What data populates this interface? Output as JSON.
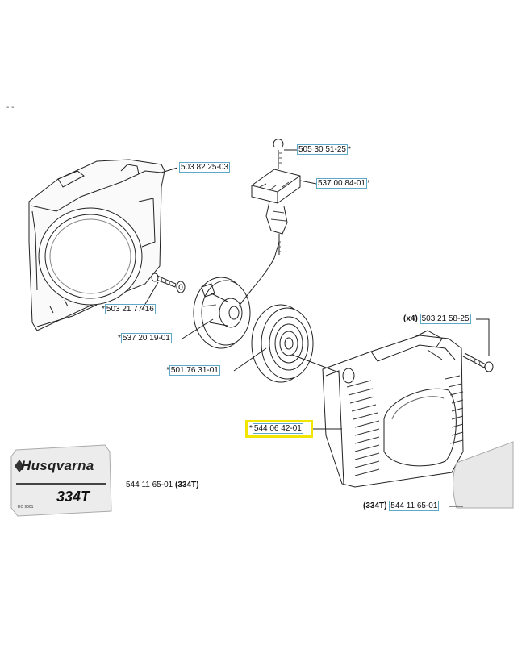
{
  "corner_mark": "- -",
  "callouts": {
    "p1": "503 82 25-03",
    "p2": "505 30 51-25",
    "p2_suffix": "*",
    "p3": "537 00 84-01",
    "p3_suffix": "*",
    "p4_prefix": "*",
    "p4": "503 21 77-16",
    "p5_prefix": "*",
    "p5": "537 20 19-01",
    "p6_prefix": "*",
    "p6": "501 76 31-01",
    "p7_qty": "(x4)",
    "p7": "503 21 58-25",
    "p8_prefix": "*",
    "p8": "544 06 42-01",
    "p9_number": "544 11 65-01",
    "p9_model": "(334T)",
    "p10_model": "(334T)",
    "p10": "544 11 65-01"
  },
  "decal": {
    "brand": "Husqvarna",
    "model": "334T",
    "small_print": "EC 9001"
  },
  "colors": {
    "callout_box": "#5fa8c8",
    "highlight": "#f2e600",
    "line": "#222222"
  }
}
